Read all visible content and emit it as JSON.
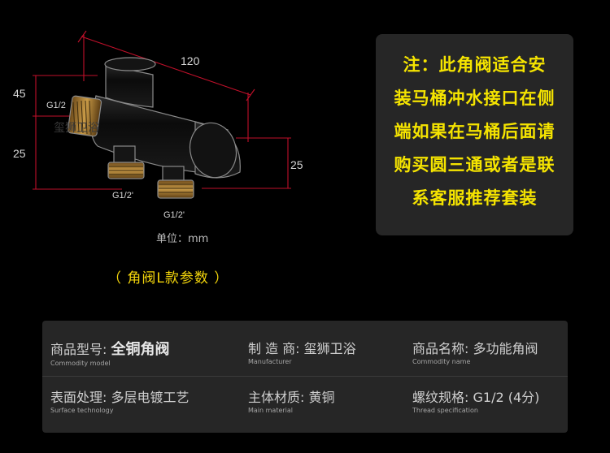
{
  "drawing": {
    "dim_top": "120",
    "dim_left_upper": "45",
    "dim_left_lower": "25",
    "dim_right": "25",
    "thread_top": "G1/2",
    "thread_bottom_left": "G1/2'",
    "thread_bottom_right": "G1/2'",
    "watermark": "玺狮卫浴"
  },
  "unit_label": "单位：mm",
  "caption": "（ 角阀L款参数 ）",
  "note": {
    "lines": [
      "注：此角阀适合安",
      "装马桶冲水接口在侧",
      "端如果在马桶后面请",
      "购买圆三通或者是联",
      "系客服推荐套装"
    ]
  },
  "specs": [
    {
      "label": "商品型号:",
      "value": "全铜角阀",
      "en": "Commodity model"
    },
    {
      "label": "制 造 商:",
      "value": "玺狮卫浴",
      "en": "Manufacturer"
    },
    {
      "label": "商品名称:",
      "value": "多功能角阀",
      "en": "Commodity name"
    },
    {
      "label": "表面处理:",
      "value": "多层电镀工艺",
      "en": "Surface technology"
    },
    {
      "label": "主体材质:",
      "value": "黄铜",
      "en": "Main material"
    },
    {
      "label": "螺纹规格:",
      "value": "G1/2 (4分)",
      "en": "Thread specification"
    }
  ]
}
